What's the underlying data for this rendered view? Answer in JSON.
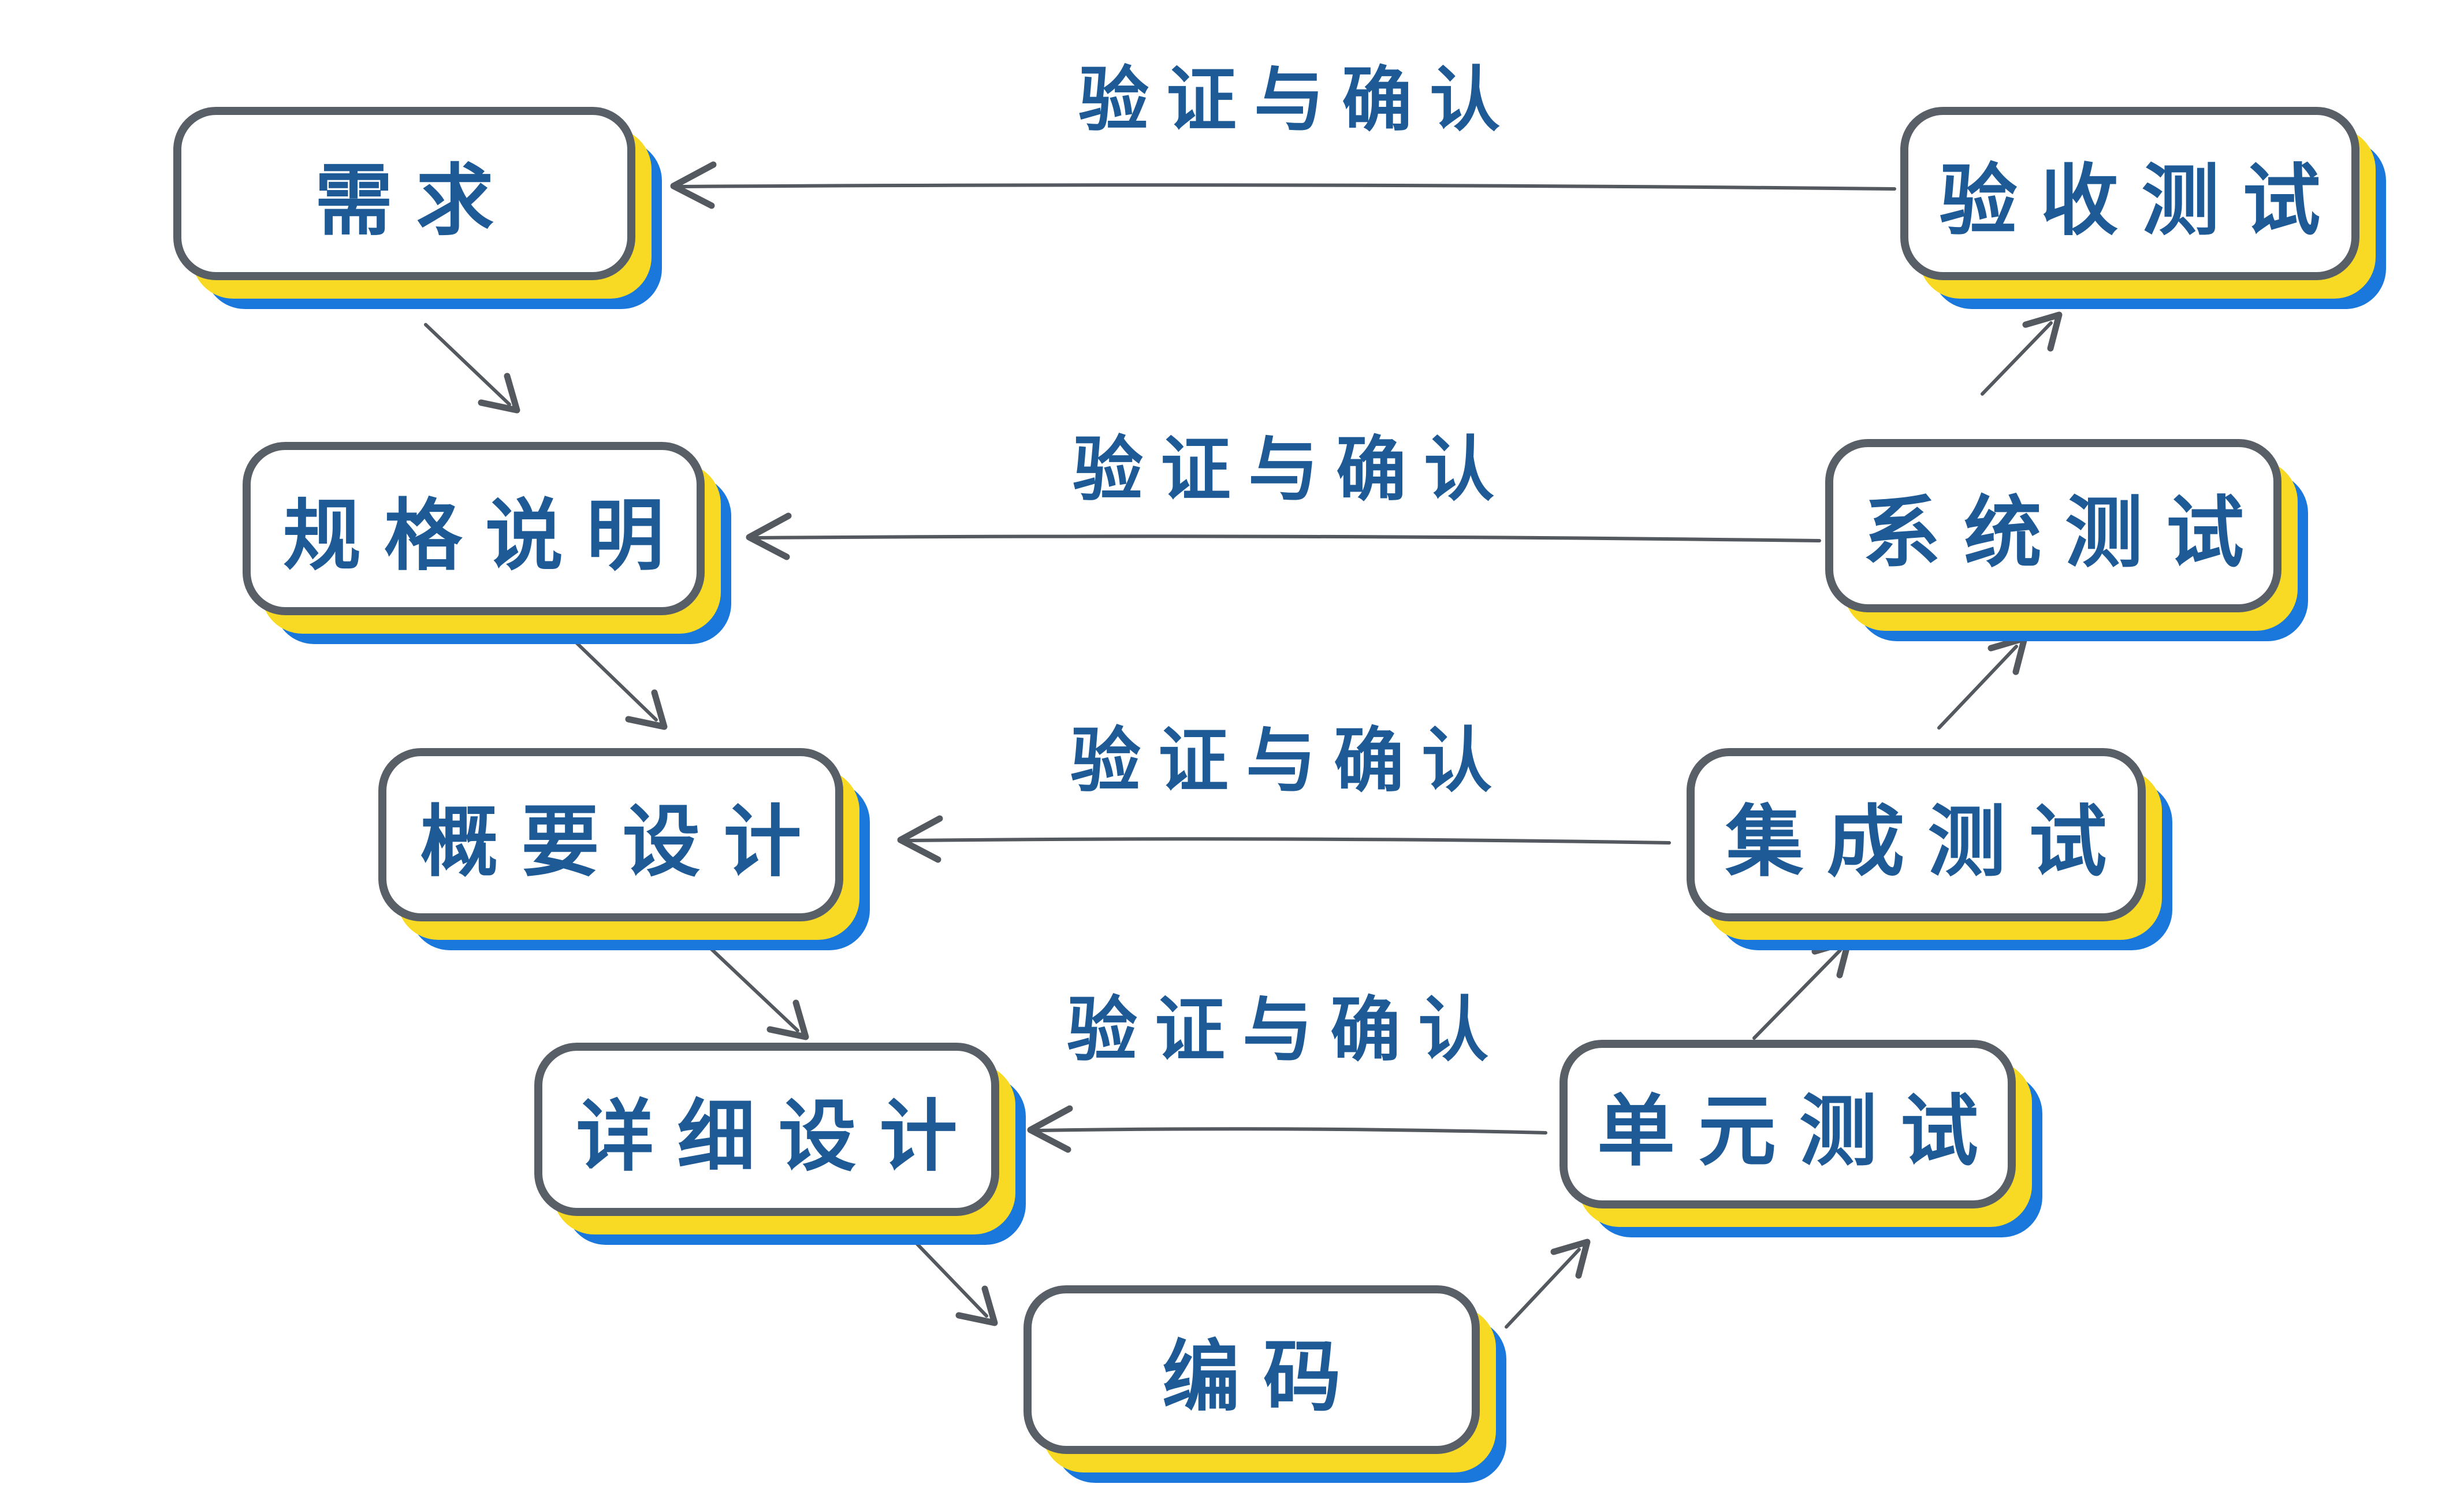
{
  "diagram": {
    "type": "v-model-flowchart",
    "background": "#ffffff",
    "colors": {
      "node_border": "#595f66",
      "node_fill": "#ffffff",
      "node_text": "#1e5a96",
      "shadow_yellow": "#f8da25",
      "shadow_blue": "#1a78dc",
      "arrow": "#54585f",
      "label_text": "#1e5a96"
    },
    "nodes": [
      {
        "id": "requirements",
        "label": "需求"
      },
      {
        "id": "specification",
        "label": "规格说明"
      },
      {
        "id": "preliminary-design",
        "label": "概要设计"
      },
      {
        "id": "detailed-design",
        "label": "详细设计"
      },
      {
        "id": "coding",
        "label": "编码"
      },
      {
        "id": "unit-test",
        "label": "单元测试"
      },
      {
        "id": "integration-test",
        "label": "集成测试"
      },
      {
        "id": "system-test",
        "label": "系统测试"
      },
      {
        "id": "acceptance-test",
        "label": "验收测试"
      }
    ],
    "edge_labels": [
      {
        "text": "验证与确认"
      },
      {
        "text": "验证与确认"
      },
      {
        "text": "验证与确认"
      },
      {
        "text": "验证与确认"
      }
    ],
    "edges": [
      {
        "from": "requirements",
        "to": "specification",
        "kind": "flow-down"
      },
      {
        "from": "specification",
        "to": "preliminary-design",
        "kind": "flow-down"
      },
      {
        "from": "preliminary-design",
        "to": "detailed-design",
        "kind": "flow-down"
      },
      {
        "from": "detailed-design",
        "to": "coding",
        "kind": "flow-down"
      },
      {
        "from": "coding",
        "to": "unit-test",
        "kind": "flow-up"
      },
      {
        "from": "unit-test",
        "to": "integration-test",
        "kind": "flow-up"
      },
      {
        "from": "integration-test",
        "to": "system-test",
        "kind": "flow-up"
      },
      {
        "from": "system-test",
        "to": "acceptance-test",
        "kind": "flow-up"
      },
      {
        "from": "acceptance-test",
        "to": "requirements",
        "label": "验证与确认",
        "kind": "verify"
      },
      {
        "from": "system-test",
        "to": "specification",
        "label": "验证与确认",
        "kind": "verify"
      },
      {
        "from": "integration-test",
        "to": "preliminary-design",
        "label": "验证与确认",
        "kind": "verify"
      },
      {
        "from": "unit-test",
        "to": "detailed-design",
        "label": "验证与确认",
        "kind": "verify"
      }
    ]
  }
}
